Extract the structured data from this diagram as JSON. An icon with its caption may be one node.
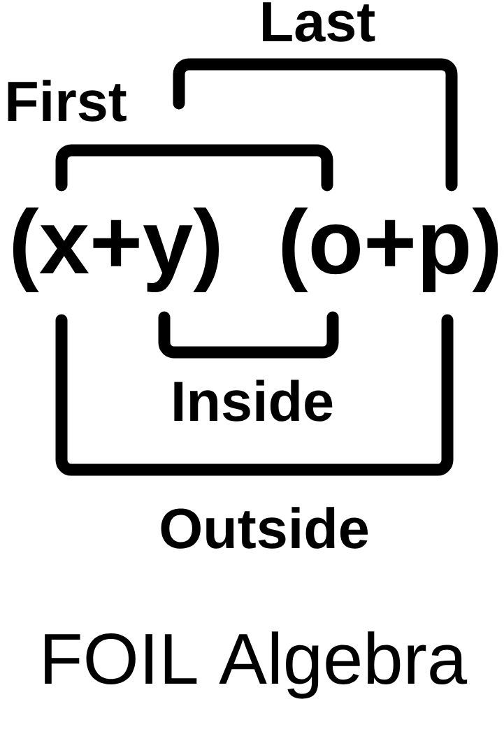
{
  "diagram": {
    "title": "FOIL Algebra",
    "labels": [
      "Last",
      "First",
      "(x+y)",
      "(o+p)",
      "Inside",
      "Outside"
    ]
  }
}
